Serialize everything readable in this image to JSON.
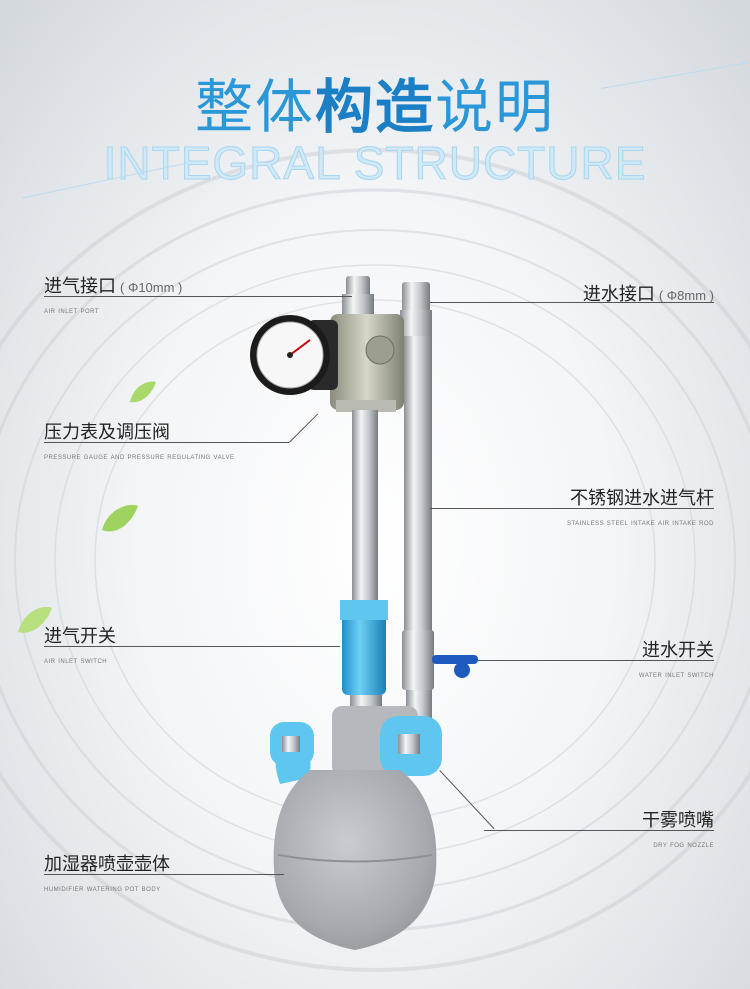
{
  "title": {
    "cn_left": "整体",
    "cn_bold": "构造",
    "cn_right": "说明",
    "en": "INTEGRAL STRUCTURE"
  },
  "labels": {
    "air_inlet_port": {
      "cn": "进气接口",
      "spec": "( Φ10mm )",
      "en": "Air inlet port"
    },
    "water_inlet_port": {
      "cn": "进水接口",
      "spec": "( Φ8mm )",
      "en": ""
    },
    "pressure_gauge": {
      "cn": "压力表及调压阀",
      "en": "Pressure gauge and pressure regulating valve"
    },
    "steel_rod": {
      "cn": "不锈钢进水进气杆",
      "en": "Stainless steel intake air intake rod"
    },
    "air_switch": {
      "cn": "进气开关",
      "en": "Air inlet switch"
    },
    "water_switch": {
      "cn": "进水开关",
      "en": "Water inlet switch"
    },
    "nozzle": {
      "cn": "干雾喷嘴",
      "en": "Dry fog nozzle"
    },
    "pot_body": {
      "cn": "加湿器喷壶壶体",
      "en": "Humidifier watering pot body"
    }
  },
  "colors": {
    "title_blue": "#2a97d8",
    "accent_blue": "#3bb0e6",
    "pot_gray": "#a9adb1",
    "steel": "#c8ccd0"
  }
}
